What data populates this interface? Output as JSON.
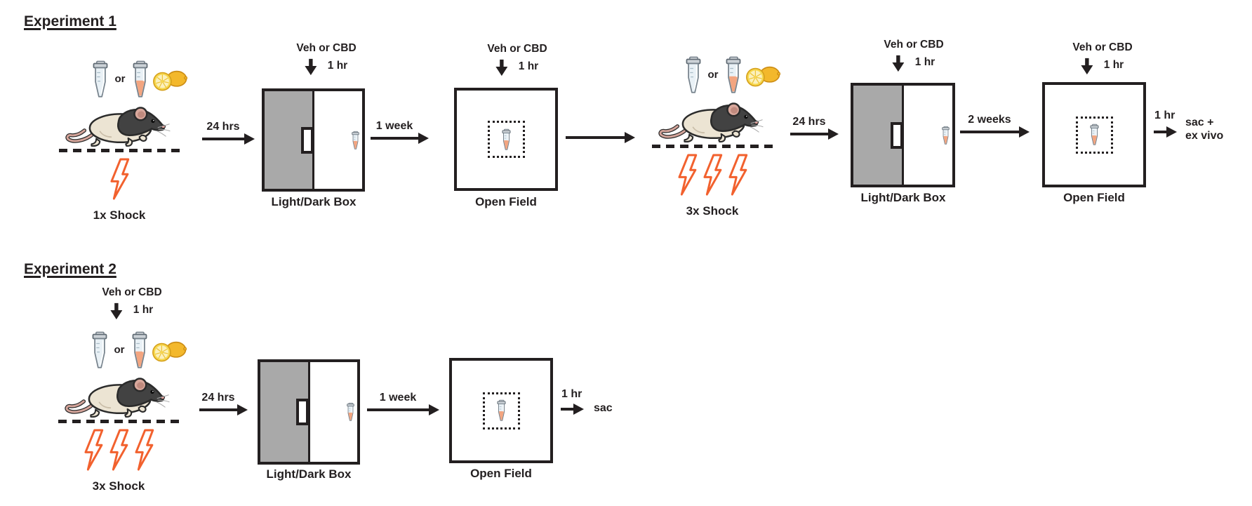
{
  "colors": {
    "ink": "#231f20",
    "shock_orange": "#f2612e",
    "box_gray": "#a9a9a9",
    "tube_liquid": "#f3a580",
    "lemon_gold": "#f3b82c"
  },
  "icons": {
    "rat": "hooded-rat",
    "tube_clear": "microtube-vehicle",
    "tube_orange": "microtube-lemon-oil",
    "lemons": "lemon",
    "bolt": "lightning-bolt",
    "down_arrow": "injection-down-arrow"
  },
  "exp1": {
    "title": "Experiment 1",
    "station_shock1": {
      "or": "or",
      "label": "1x Shock"
    },
    "arrow_24hrs_a": "24 hrs",
    "dose_ld1": {
      "drug": "Veh or CBD",
      "time": "1 hr"
    },
    "lightdark_box_1": "Light/Dark Box",
    "arrow_1week": "1 week",
    "dose_of1": {
      "drug": "Veh or CBD",
      "time": "1 hr"
    },
    "open_field_1": "Open Field",
    "station_shock3": {
      "or": "or",
      "label": "3x Shock"
    },
    "arrow_24hrs_b": "24 hrs",
    "dose_ld2": {
      "drug": "Veh or CBD",
      "time": "1 hr"
    },
    "lightdark_box_2": "Light/Dark Box",
    "arrow_2weeks": "2 weeks",
    "dose_of2": {
      "drug": "Veh or CBD",
      "time": "1 hr"
    },
    "open_field_2": "Open Field",
    "endpoint": {
      "time": "1 hr",
      "line1": "sac +",
      "line2": "ex vivo"
    }
  },
  "exp2": {
    "title": "Experiment 2",
    "dose": {
      "drug": "Veh or CBD",
      "time": "1 hr"
    },
    "station_shock3": {
      "or": "or",
      "label": "3x Shock"
    },
    "arrow_24hrs": "24 hrs",
    "lightdark_box": "Light/Dark Box",
    "arrow_1week": "1 week",
    "open_field": "Open Field",
    "endpoint": {
      "time": "1 hr",
      "label": "sac"
    }
  }
}
